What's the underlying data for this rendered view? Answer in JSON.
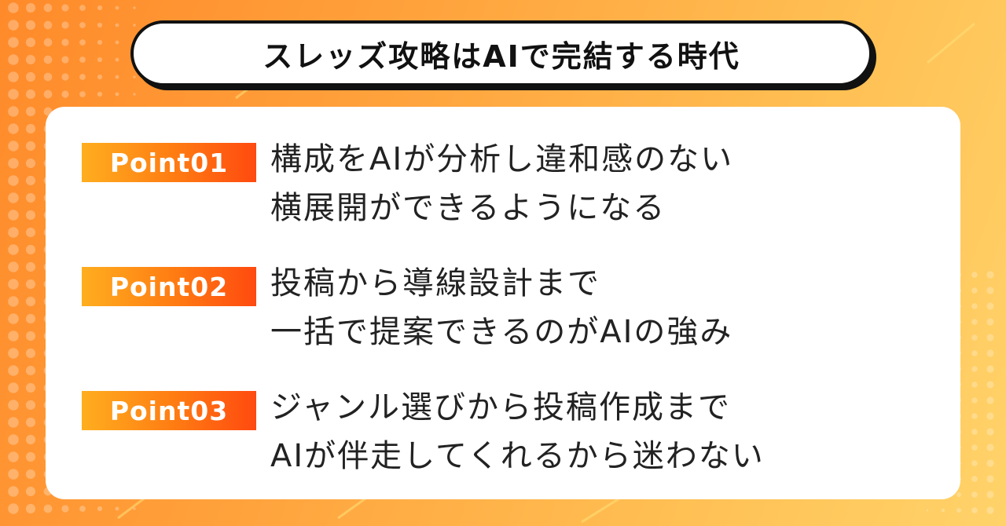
{
  "title": "スレッズ攻略はAIで完結する時代",
  "points": [
    {
      "badge": "Point01",
      "lines": [
        "構成をAIが分析し違和感のない",
        "横展開ができるようになる"
      ]
    },
    {
      "badge": "Point02",
      "lines": [
        "投稿から導線設計まで",
        "一括で提案できるのがAIの強み"
      ]
    },
    {
      "badge": "Point03",
      "lines": [
        "ジャンル選びから投稿作成まで",
        "AIが伴走してくれるから迷わない"
      ]
    }
  ],
  "colors": {
    "background_start": "#ff8a2a",
    "background_end": "#ffd36a",
    "badge_start": "#ffae1f",
    "badge_end": "#ff4a10",
    "text": "#222222",
    "outline": "#111111"
  }
}
